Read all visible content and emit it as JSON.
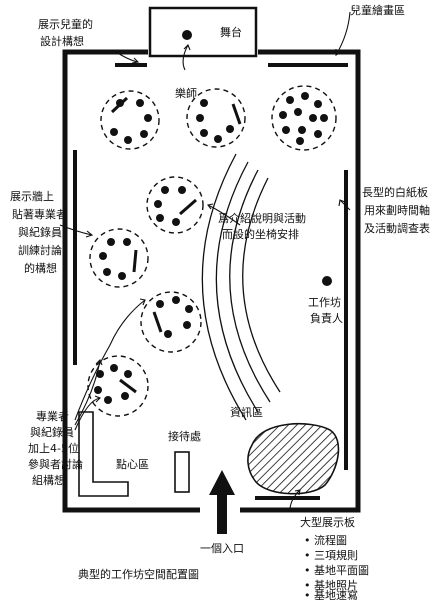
{
  "labels": {
    "children_design": [
      "展示兒童的",
      "設計構想"
    ],
    "children_drawing": "兒童繪畫區",
    "stage": "舞台",
    "musician": "樂師",
    "wall_display": [
      "展示牆上",
      "貼著專業者",
      "與紀錄員",
      "訓練討論",
      "的構想"
    ],
    "whiteboard": [
      "長型的白紙板",
      "用來劃時間軸",
      "及活動調查表"
    ],
    "seating": [
      "爲介紹說明與活動",
      "而設的坐椅安排"
    ],
    "workshop_leader": [
      "工作坊",
      "負責人"
    ],
    "info_area": "資訊區",
    "reception": "接待處",
    "snack_area": "點心區",
    "pro_group": [
      "專業者",
      "與紀錄員",
      "加上4-5位",
      "參與者討論",
      "組構想"
    ],
    "entrance": "一個入口",
    "caption": "典型的工作坊空間配置圖",
    "big_board": "大型展示板",
    "board_items": [
      "流程圖",
      "三項規則",
      "基地平面圖",
      "基地照片",
      "基地速寫"
    ]
  },
  "colors": {
    "ink": "#111111",
    "paper": "#ffffff"
  }
}
